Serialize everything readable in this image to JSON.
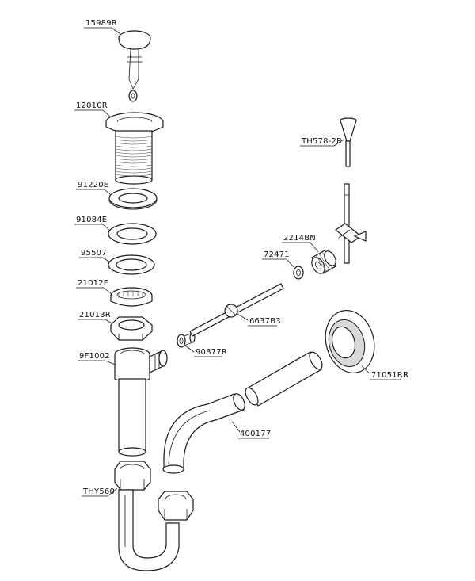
{
  "parts": {
    "p1": "15989R",
    "p2": "12010R",
    "p3": "91220E",
    "p4": "91084E",
    "p5": "95507",
    "p6": "21012F",
    "p7": "21013R",
    "p8": "9F1002",
    "p9": "THY560",
    "p10": "TH578-2R",
    "p11": "2214BN",
    "p12": "72471",
    "p13": "6637B3",
    "p14": "90877R",
    "p15": "71051RR",
    "p16": "400177"
  }
}
